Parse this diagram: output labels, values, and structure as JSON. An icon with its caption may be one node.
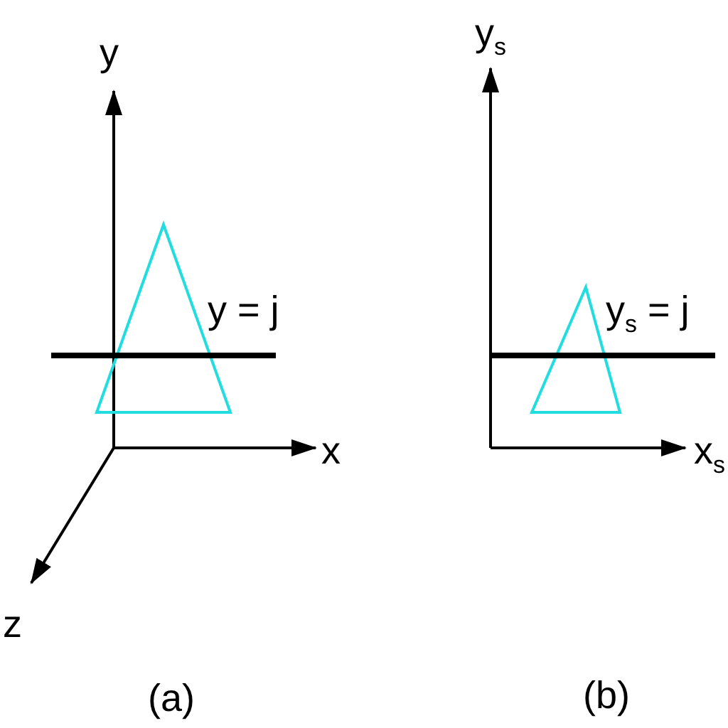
{
  "diagram": {
    "labels": [
      "y",
      "y$_{s}$",
      "y = j",
      "y$_{s}$ = j",
      "x",
      "x$_{s}$",
      "z",
      "(a)",
      "(b)"
    ]
  }
}
